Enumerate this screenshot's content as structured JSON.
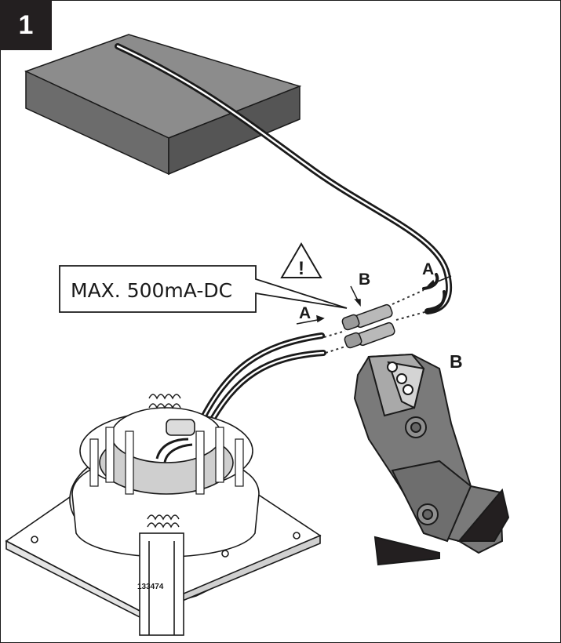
{
  "step_number": "1",
  "callout": {
    "text": "MAX. 500mA-DC"
  },
  "labels": {
    "a_left": "A",
    "a_right": "A",
    "b_connector": "B",
    "b_tool": "B"
  },
  "warning_symbol": "!",
  "product_code": "133474",
  "icons": [
    "warning-triangle-icon"
  ]
}
